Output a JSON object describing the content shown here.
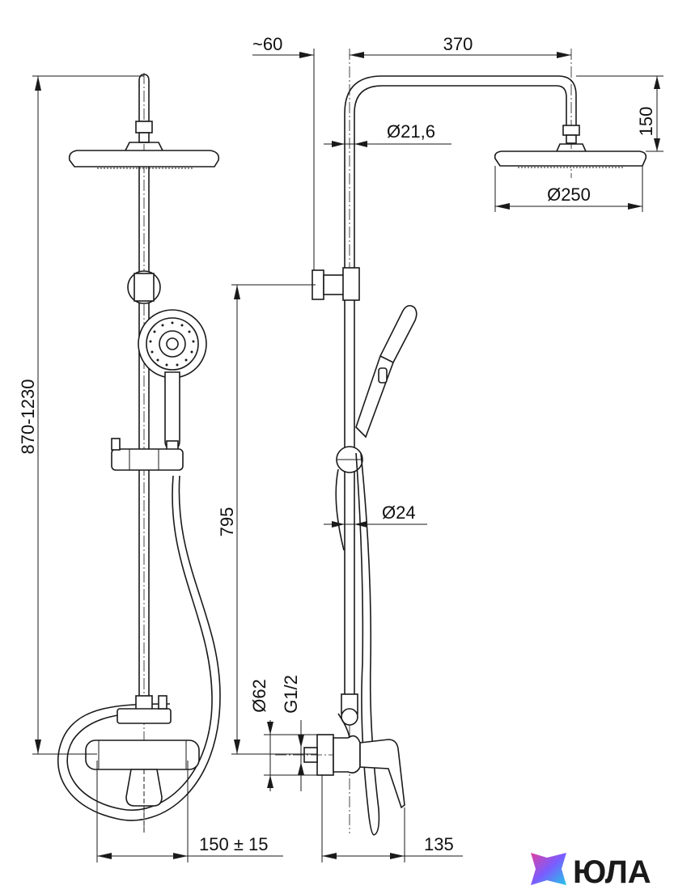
{
  "dimensions": {
    "overall_height": "870-1230",
    "bracket_height": "795",
    "offset": "~60",
    "arm_length": "370",
    "arm_drop": "150",
    "pipe_diameter": "Ø21,6",
    "head_diameter": "Ø250",
    "rail_diameter": "Ø24",
    "flange_diameter": "Ø62",
    "thread": "G1/2",
    "mixer_spacing": "150 ± 15",
    "mixer_depth": "135"
  },
  "brand": {
    "name": "ЮЛА",
    "logo_colors": [
      "#e040a0",
      "#7a5cff",
      "#22c8e8"
    ]
  }
}
